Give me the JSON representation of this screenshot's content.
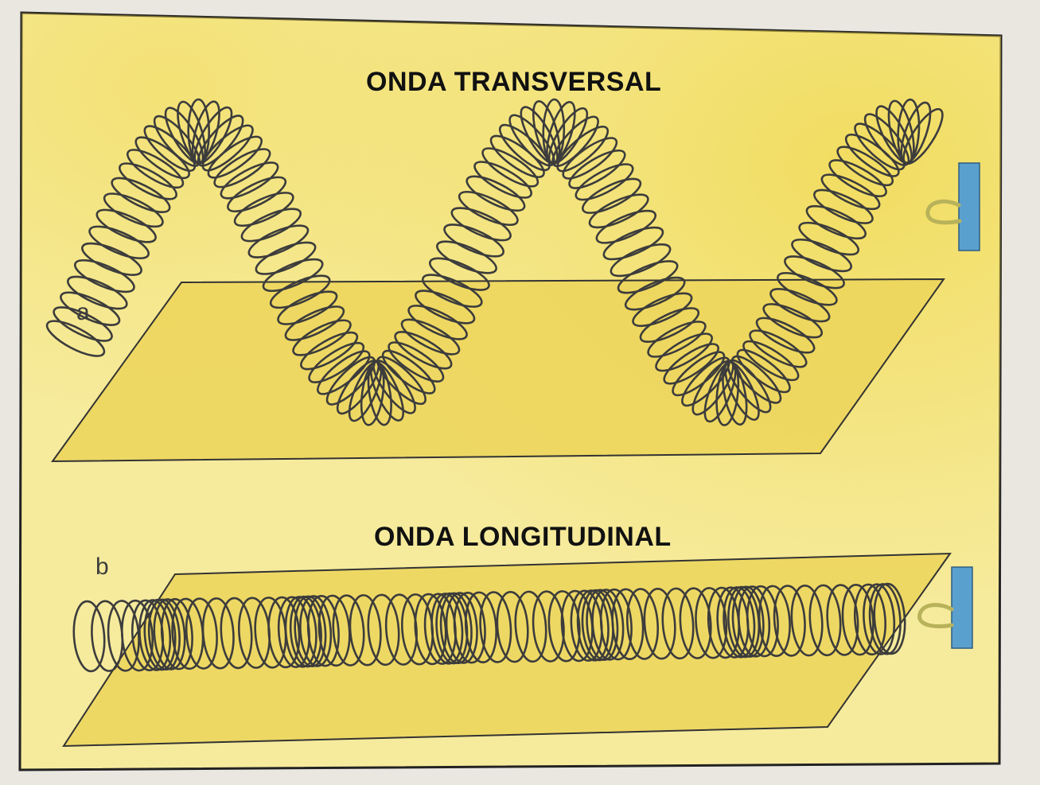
{
  "panels": [
    {
      "label": "a",
      "title": "ONDA TRANSVERSAL"
    },
    {
      "label": "b",
      "title": "ONDA LONGITUDINAL"
    }
  ],
  "colors": {
    "page": "#f6eb9d",
    "page_tint": "#f0d84c",
    "plane": "#ecd55a",
    "spring": "#3c3c3c",
    "wall": "#5aa0cf",
    "hook": "#b8b25a",
    "ink": "#1c1c1c"
  }
}
